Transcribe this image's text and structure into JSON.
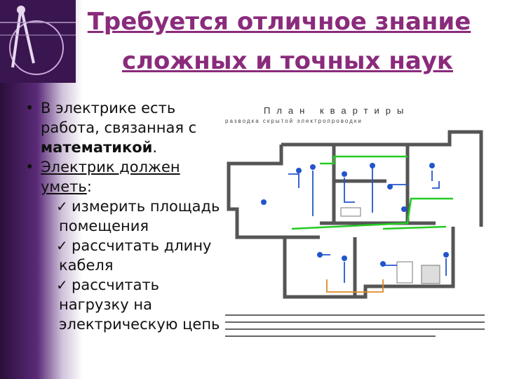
{
  "slide": {
    "title_line1": "Требуется отличное знание",
    "title_line2": "сложных и точных наук",
    "bullet1_a": "В электрике есть",
    "bullet1_b": "работа, связанная с",
    "bullet1_c": "математикой",
    "bullet1_end": ".",
    "bullet2_a": "Электрик должен",
    "bullet2_b": "уметь",
    "bullet2_end": ":",
    "sub1_a": "измерить площадь",
    "sub1_b": "помещения",
    "sub2_a": "рассчитать длину",
    "sub2_b": "кабеля",
    "sub3_a": "рассчитать нагрузку на",
    "sub3_b": "электрическую цепь",
    "bullet_glyph": "•",
    "check_glyph": "✓"
  },
  "plan": {
    "title": "План квартиры",
    "subtitle": "разводка скрытой электропроводки"
  }
}
